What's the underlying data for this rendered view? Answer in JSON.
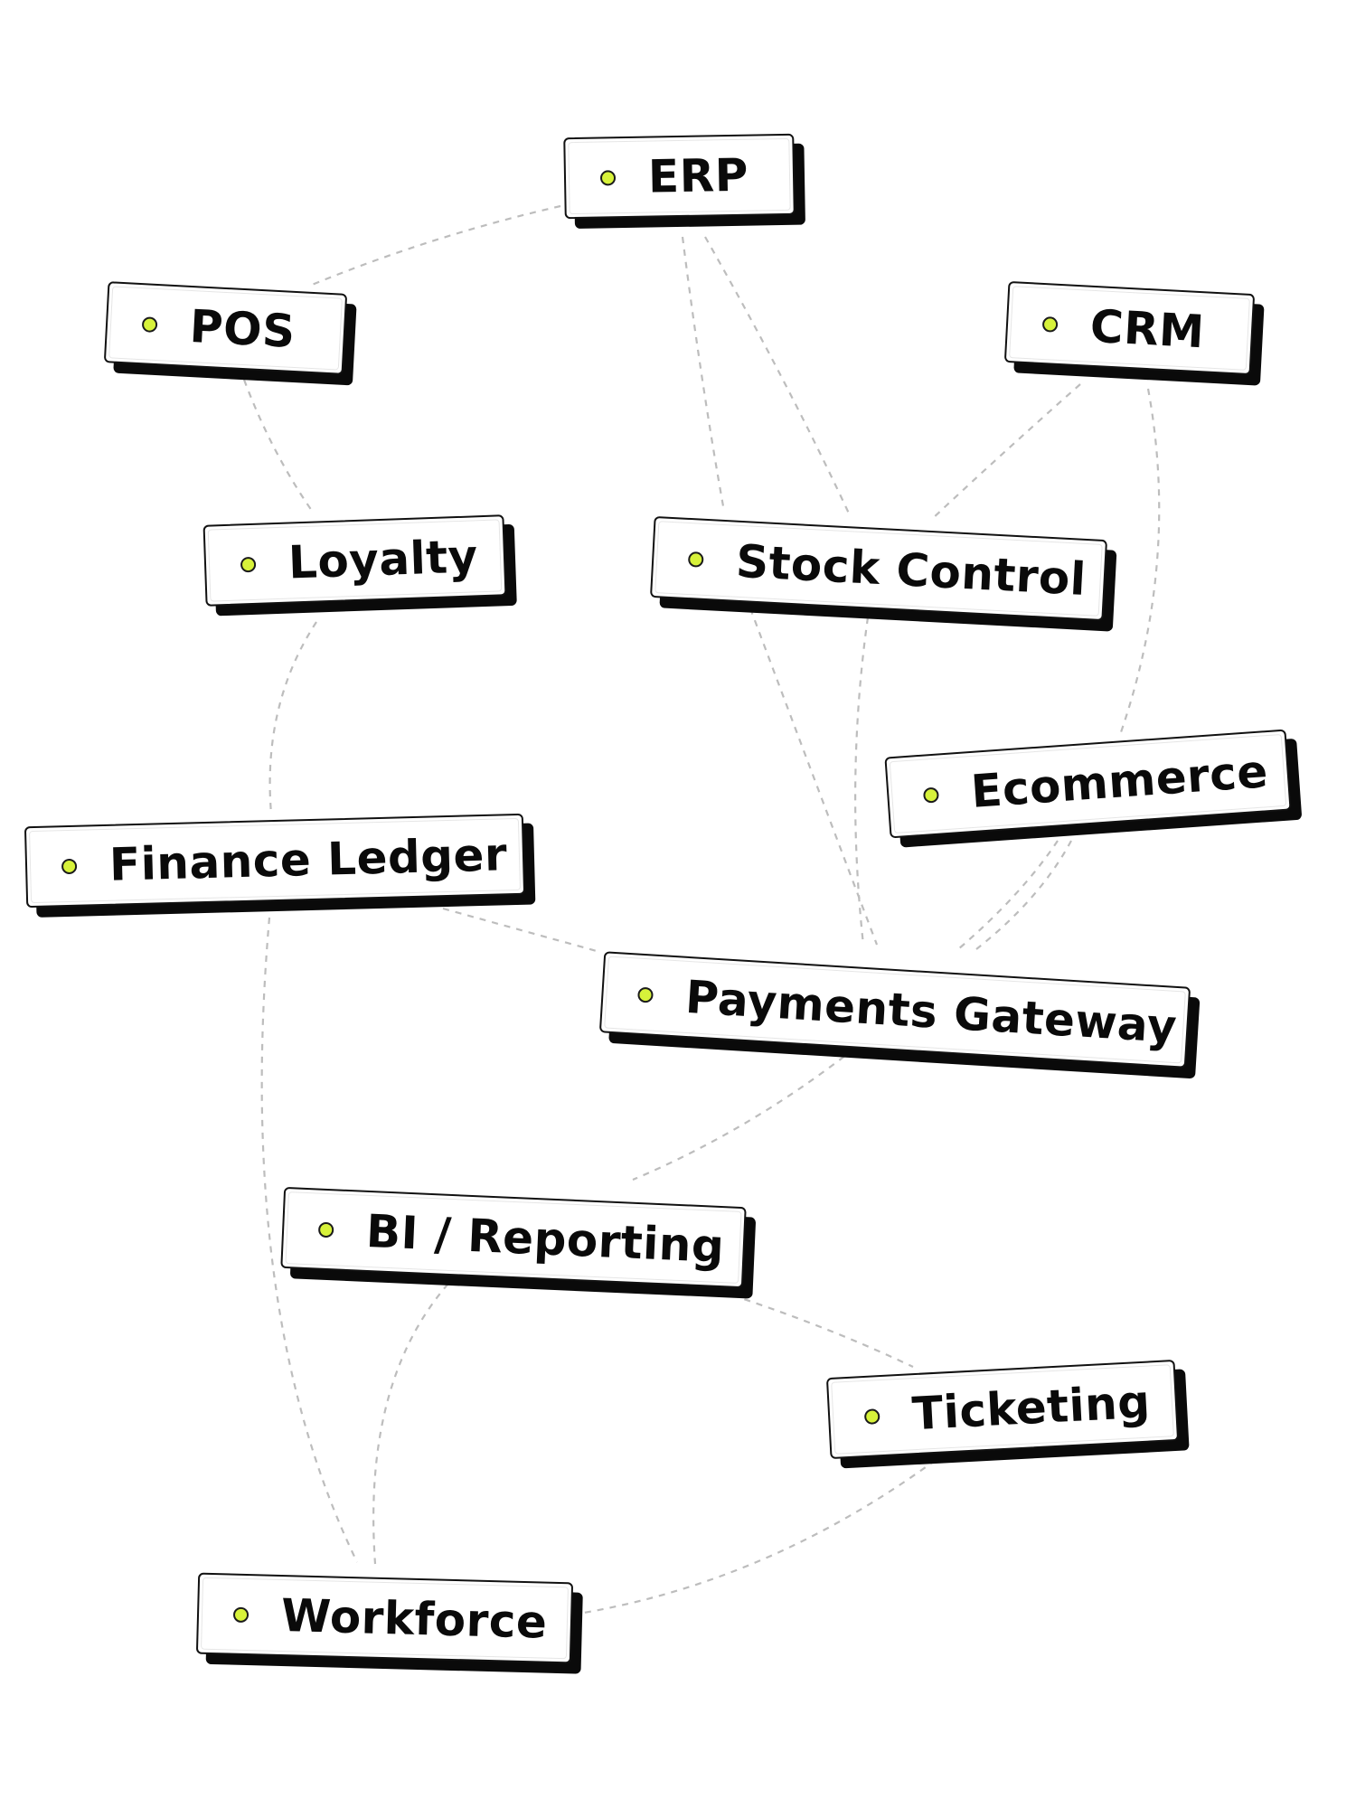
{
  "nodes": {
    "erp": "ERP",
    "pos": "POS",
    "crm": "CRM",
    "loyalty": "Loyalty",
    "stock_control": "Stock Control",
    "ecommerce": "Ecommerce",
    "finance_ledger": "Finance Ledger",
    "payments_gateway": "Payments Gateway",
    "bi_reporting": "BI / Reporting",
    "ticketing": "Ticketing",
    "workforce": "Workforce"
  },
  "edges": [
    [
      "erp",
      "pos"
    ],
    [
      "erp",
      "stock_control"
    ],
    [
      "erp",
      "stock_control"
    ],
    [
      "crm",
      "stock_control"
    ],
    [
      "crm",
      "ecommerce"
    ],
    [
      "pos",
      "loyalty"
    ],
    [
      "loyalty",
      "finance_ledger"
    ],
    [
      "stock_control",
      "payments_gateway"
    ],
    [
      "stock_control",
      "payments_gateway"
    ],
    [
      "ecommerce",
      "payments_gateway"
    ],
    [
      "ecommerce",
      "payments_gateway"
    ],
    [
      "finance_ledger",
      "payments_gateway"
    ],
    [
      "finance_ledger",
      "workforce"
    ],
    [
      "payments_gateway",
      "bi_reporting"
    ],
    [
      "bi_reporting",
      "ticketing"
    ],
    [
      "bi_reporting",
      "workforce"
    ],
    [
      "ticketing",
      "workforce"
    ]
  ],
  "colors": {
    "node_dot": "#d7f23a",
    "node_border": "#111111",
    "node_shadow": "#0a0a0a",
    "edge": "#bdbdbd"
  }
}
